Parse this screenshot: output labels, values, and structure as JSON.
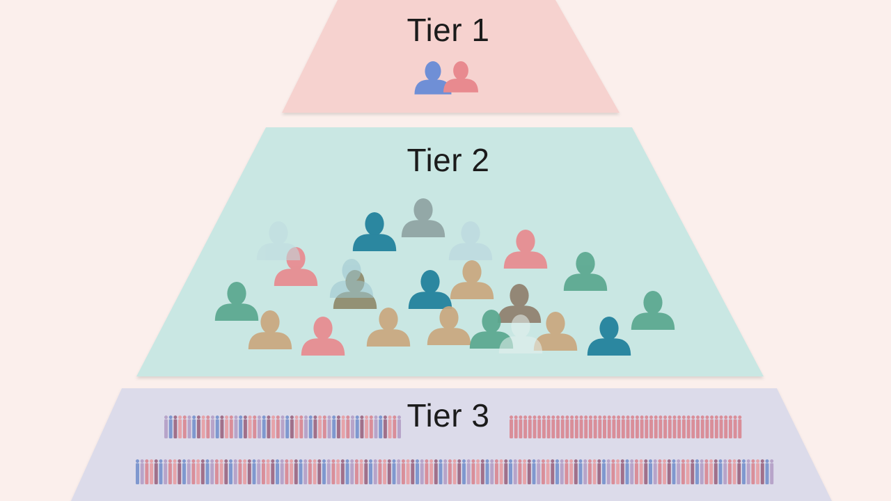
{
  "tiers": [
    {
      "label": "Tier 1",
      "fill": "#f6d2cf",
      "people_count": 2
    },
    {
      "label": "Tier 2",
      "fill": "#c9e7e3",
      "people_count": 22
    },
    {
      "label": "Tier 3",
      "fill": "#dcdbea",
      "people_count": 200
    }
  ],
  "palette": {
    "background": "#fbefec",
    "blue": "#6f8fd6",
    "pink": "#e88a8f",
    "teal": "#1e7f9b",
    "green": "#5aa88f",
    "grey": "#8fa3a2",
    "tan": "#c9a77f",
    "crowd_blue": "#7f98cf",
    "crowd_pink": "#d98e99",
    "crowd_plum": "#a0708a"
  },
  "icons": {
    "person": "person-icon",
    "crowd_figure": "crowd-figure-icon"
  }
}
